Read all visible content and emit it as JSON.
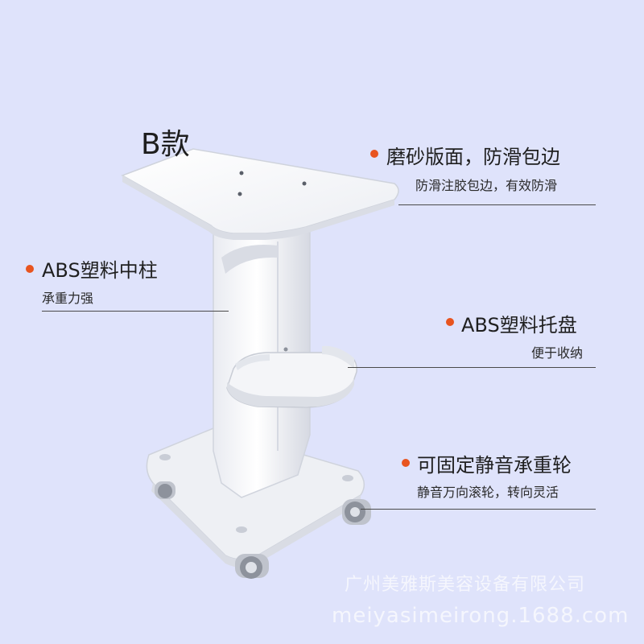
{
  "model_label": "B款",
  "annotations": [
    {
      "title": "磨砂版面，防滑包边",
      "subtitle": "防滑注胶包边，有效防滑"
    },
    {
      "title": "ABS塑料中柱",
      "subtitle": "承重力强"
    },
    {
      "title": "ABS塑料托盘",
      "subtitle": "便于收纳"
    },
    {
      "title": "可固定静音承重轮",
      "subtitle": "静音万向滚轮，转向灵活"
    }
  ],
  "watermark": {
    "company": "广州美雅斯美容设备有限公司",
    "url": "meiyasimeirong.1688.com"
  },
  "colors": {
    "background": "#dfe3fb",
    "bullet": "#e8541f",
    "cart": "#f3f4f7"
  }
}
